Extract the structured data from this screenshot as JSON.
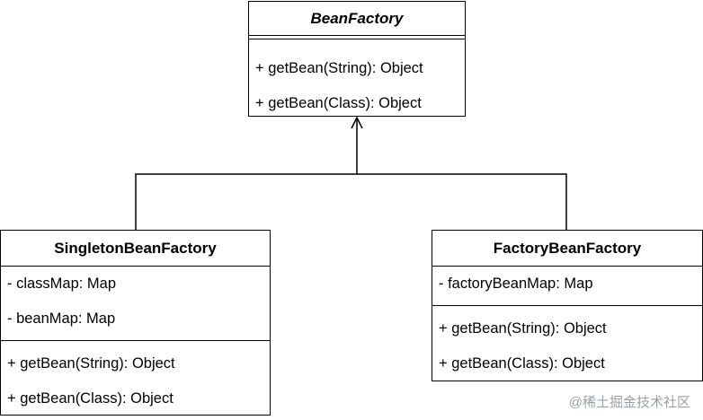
{
  "diagram": {
    "classes": {
      "bean_factory": {
        "name": "BeanFactory",
        "abstract": true,
        "methods": [
          "+ getBean(String): Object",
          "+ getBean(Class): Object"
        ]
      },
      "singleton_bean_factory": {
        "name": "SingletonBeanFactory",
        "attributes": [
          "- classMap: Map",
          "- beanMap: Map"
        ],
        "methods": [
          "+ getBean(String): Object",
          "+ getBean(Class): Object"
        ]
      },
      "factory_bean_factory": {
        "name": "FactoryBeanFactory",
        "attributes": [
          "- factoryBeanMap: Map"
        ],
        "methods": [
          "+ getBean(String): Object",
          "+ getBean(Class): Object"
        ]
      }
    },
    "relations": [
      {
        "type": "generalization",
        "from": "SingletonBeanFactory",
        "to": "BeanFactory"
      },
      {
        "type": "generalization",
        "from": "FactoryBeanFactory",
        "to": "BeanFactory"
      }
    ]
  },
  "watermark": "@稀土掘金技术社区",
  "colors": {
    "line": "#000000",
    "background": "#ffffff",
    "watermark": "#9aa0a6"
  }
}
